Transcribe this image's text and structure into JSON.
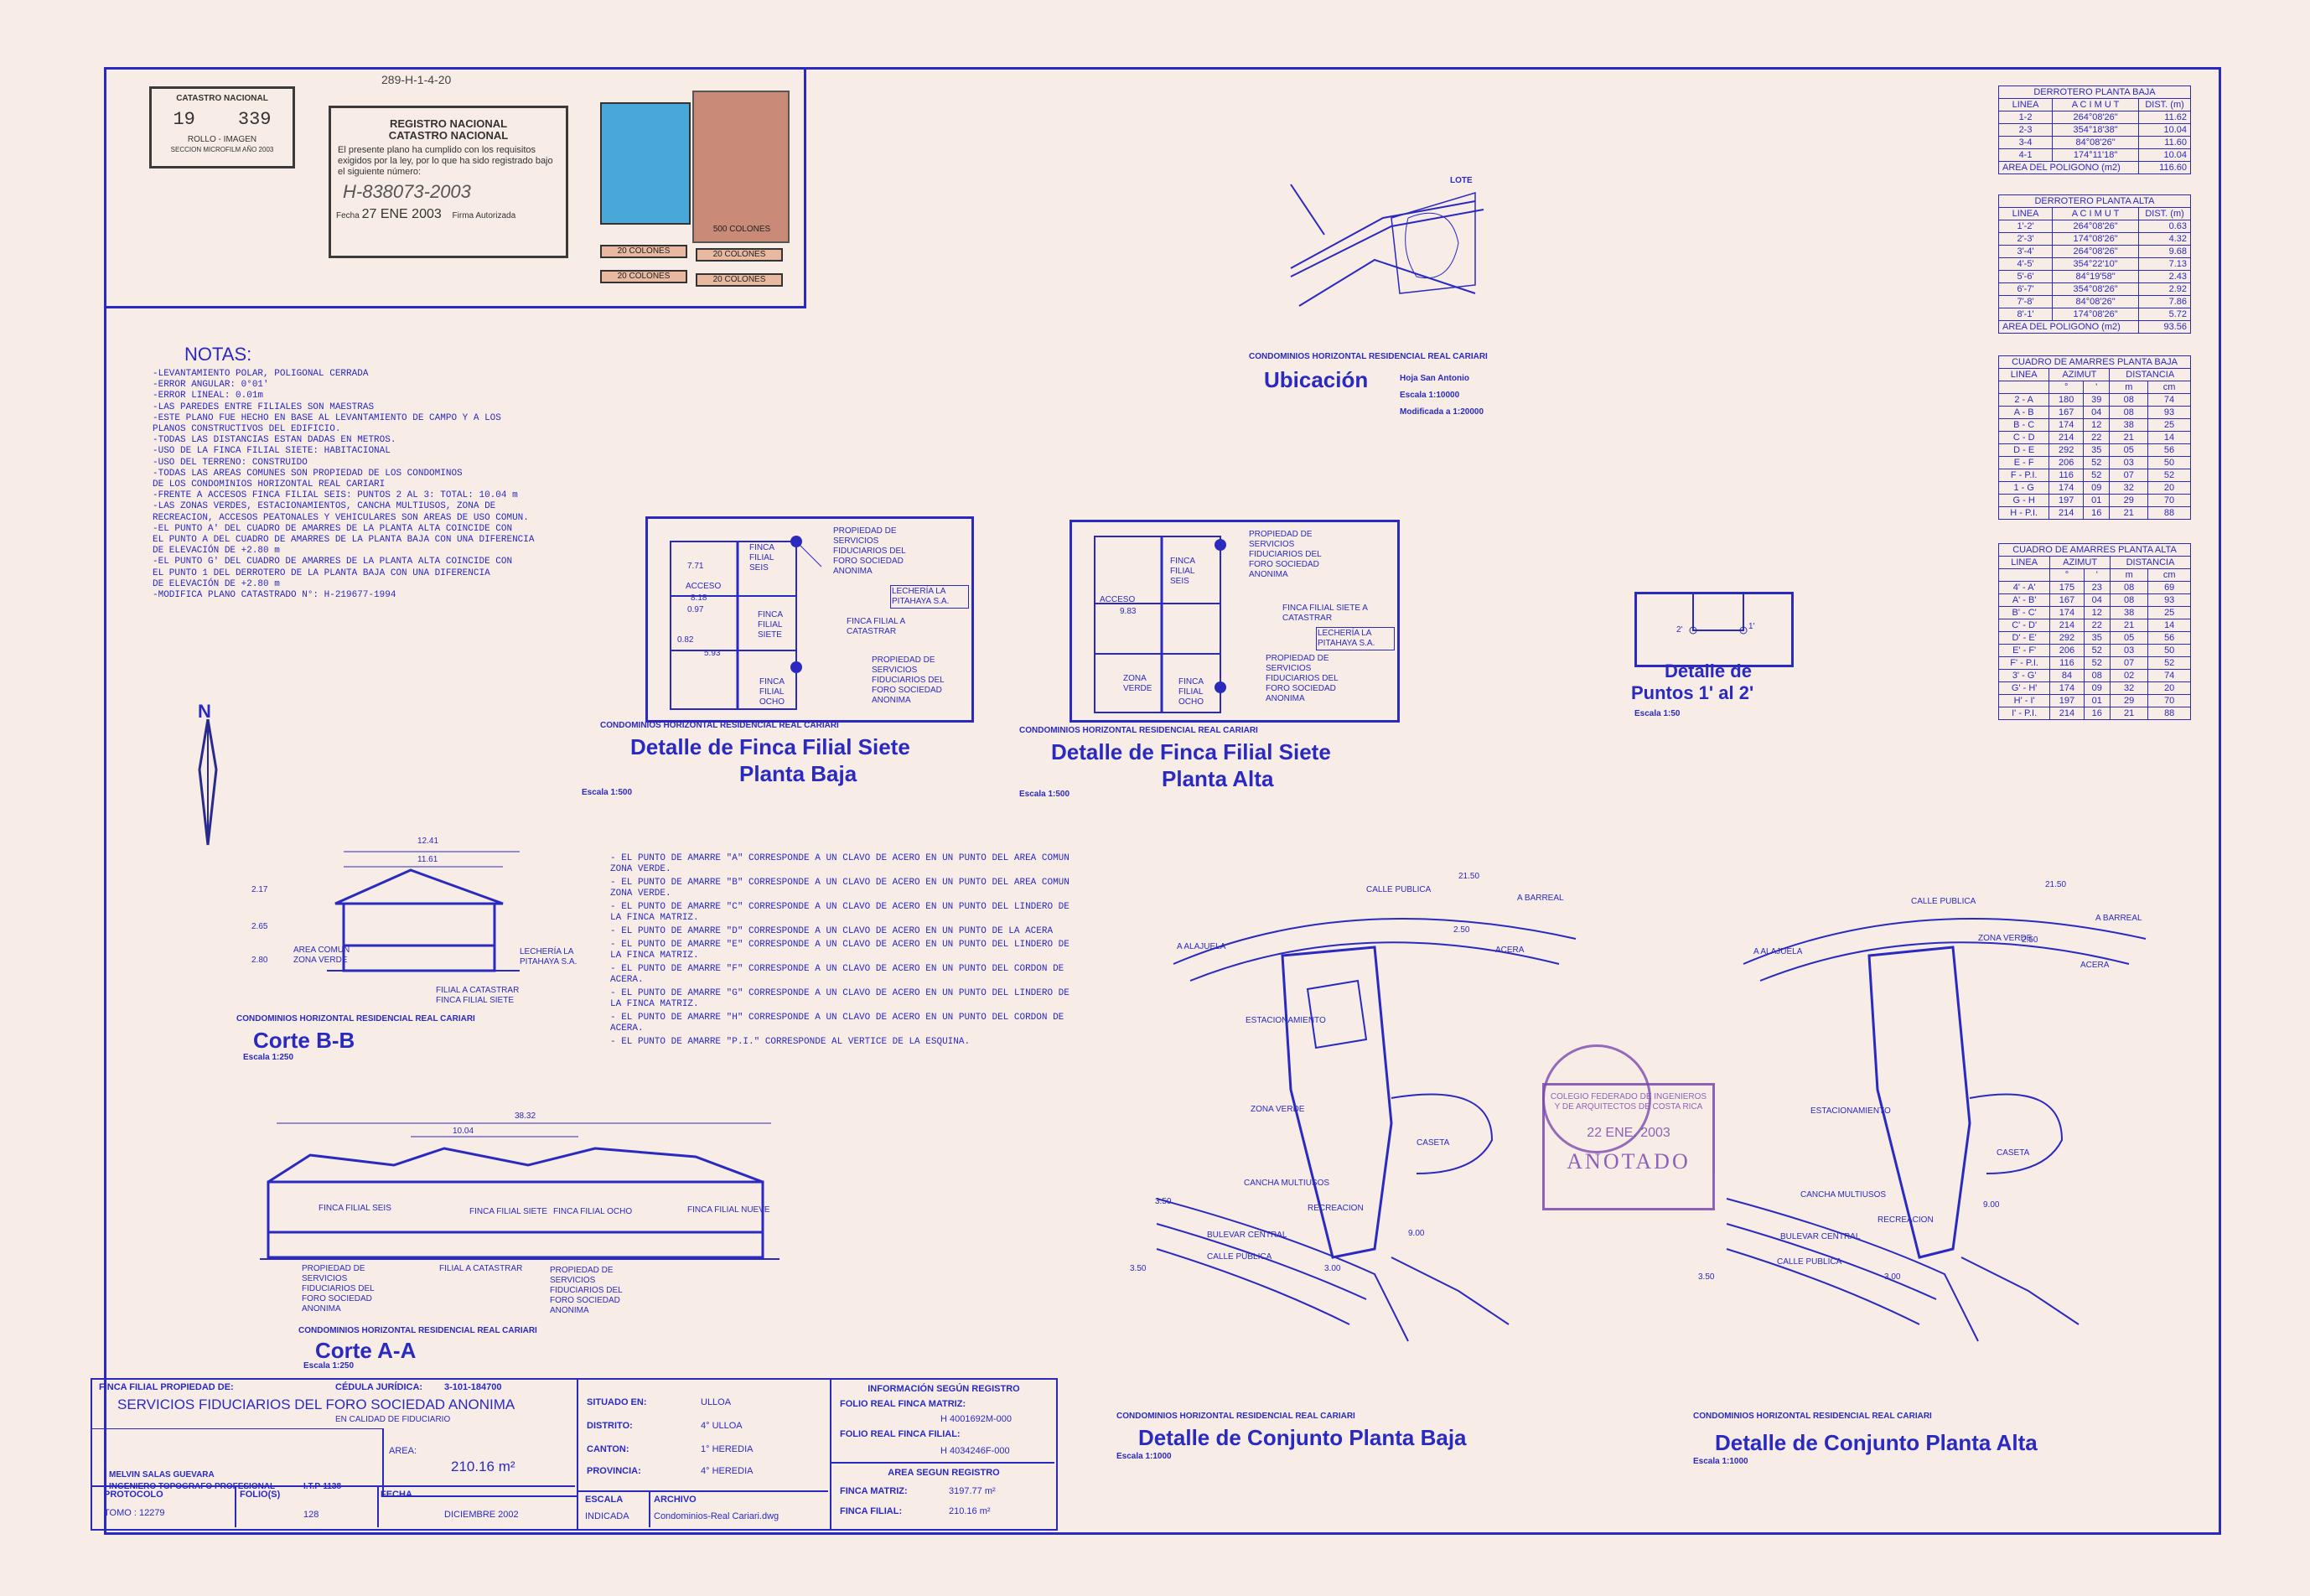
{
  "catastro_stamp": {
    "title": "CATASTRO NACIONAL",
    "number_left": "19",
    "number_right": "339",
    "rollo": "ROLLO - IMAGEN",
    "seccion": "SECCION MICROFILM AÑO 2003"
  },
  "registro_stamp": {
    "top_code": "289-H-1-4-20",
    "title1": "REGISTRO NACIONAL",
    "title2": "CATASTRO NACIONAL",
    "body": "El presente plano ha cumplido con los requisitos exigidos por la ley, por lo que ha sido registrado bajo el siguiente número:",
    "number": "H-838073-2003",
    "fecha_label": "Fecha",
    "fecha": "27 ENE 2003",
    "firma": "Firma Autorizada"
  },
  "timbres": {
    "t1": "20 COLONES",
    "t2": "20 COLONES",
    "t3": "500 COLONES",
    "t4": "20 COLONES",
    "t5": "20 COLONES"
  },
  "notas": {
    "title": "NOTAS:",
    "lines": [
      "-LEVANTAMIENTO POLAR, POLIGONAL CERRADA",
      "-ERROR ANGULAR: 0°01'",
      "-ERROR LINEAL: 0.01m",
      "-LAS PAREDES ENTRE FILIALES SON MAESTRAS",
      "-ESTE PLANO FUE HECHO EN BASE AL LEVANTAMIENTO DE CAMPO Y A LOS",
      " PLANOS CONSTRUCTIVOS DEL EDIFICIO.",
      "-TODAS LAS DISTANCIAS ESTAN DADAS EN METROS.",
      "-USO DE LA FINCA FILIAL SIETE: HABITACIONAL",
      "-USO DEL TERRENO: CONSTRUIDO",
      "-TODAS LAS AREAS COMUNES SON PROPIEDAD DE LOS CONDOMINOS",
      " DE LOS CONDOMINIOS HORIZONTAL REAL CARIARI",
      "-FRENTE A ACCESOS FINCA FILIAL SEIS: PUNTOS 2 AL 3: TOTAL: 10.04 m",
      "-LAS ZONAS VERDES, ESTACIONAMIENTOS, CANCHA MULTIUSOS, ZONA DE",
      " RECREACION, ACCESOS PEATONALES Y VEHICULARES SON AREAS DE USO COMUN.",
      "-EL PUNTO A' DEL CUADRO DE AMARRES DE LA PLANTA ALTA COINCIDE CON",
      " EL PUNTO A DEL CUADRO DE AMARRES DE LA PLANTA BAJA CON UNA DIFERENCIA",
      " DE ELEVACIÓN DE +2.80 m",
      "-EL PUNTO G' DEL CUADRO DE AMARRES DE LA PLANTA ALTA COINCIDE CON",
      " EL PUNTO 1 DEL DERROTERO DE LA PLANTA BAJA CON UNA DIFERENCIA",
      " DE ELEVACIÓN DE +2.80 m",
      "-MODIFICA PLANO CATASTRADO N°: H-219677-1994"
    ]
  },
  "amarre_notes": [
    "- EL PUNTO DE AMARRE \"A\" CORRESPONDE A UN CLAVO DE ACERO EN UN PUNTO DEL AREA COMUN ZONA VERDE.",
    "- EL PUNTO DE AMARRE \"B\" CORRESPONDE A UN CLAVO DE ACERO EN UN PUNTO DEL AREA COMUN ZONA VERDE.",
    "- EL PUNTO DE AMARRE \"C\" CORRESPONDE A UN CLAVO DE ACERO EN UN PUNTO DEL LINDERO DE LA FINCA MATRIZ.",
    "- EL PUNTO DE AMARRE \"D\" CORRESPONDE A UN CLAVO DE ACERO EN UN PUNTO DE LA ACERA",
    "- EL PUNTO DE AMARRE \"E\" CORRESPONDE A UN CLAVO DE ACERO EN UN PUNTO DEL LINDERO DE LA FINCA MATRIZ.",
    "- EL PUNTO DE AMARRE \"F\" CORRESPONDE A UN CLAVO DE ACERO EN UN PUNTO DEL CORDON DE ACERA.",
    "- EL PUNTO DE AMARRE \"G\" CORRESPONDE A UN CLAVO DE ACERO EN UN PUNTO DEL LINDERO DE LA FINCA MATRIZ.",
    "- EL PUNTO DE AMARRE \"H\" CORRESPONDE A UN CLAVO DE ACERO EN UN PUNTO DEL CORDON DE ACERA.",
    "- EL PUNTO DE AMARRE \"P.I.\" CORRESPONDE AL VERTICE DE LA ESQUINA."
  ],
  "ubicacion": {
    "subtitle": "CONDOMINIOS HORIZONTAL RESIDENCIAL REAL CARIARI",
    "title": "Ubicación",
    "hoja": "Hoja San Antonio",
    "escala": "Escala 1:10000",
    "modificada": "Modificada a 1:20000",
    "lote": "LOTE"
  },
  "detalle_baja": {
    "subtitle": "CONDOMINIOS HORIZONTAL RESIDENCIAL REAL CARIARI",
    "title1": "Detalle de Finca Filial Siete",
    "title2": "Planta Baja",
    "escala": "Escala 1:500",
    "labels": {
      "finca_seis": "FINCA FILIAL SEIS",
      "finca_siete": "FINCA FILIAL SIETE",
      "finca_ocho": "FINCA FILIAL OCHO",
      "acceso": "ACCESO",
      "prop1": "PROPIEDAD DE SERVICIOS FIDUCIARIOS DEL FORO SOCIEDAD ANONIMA",
      "lecheria": "LECHERÍA LA PITAHAYA S.A.",
      "catastrar": "FINCA FILIAL A CATASTRAR",
      "prop2": "PROPIEDAD DE SERVICIOS FIDUCIARIOS DEL FORO SOCIEDAD ANONIMA",
      "d1": "7.71",
      "d2": "8.18",
      "d3": "0.97",
      "d4": "0.82",
      "d5": "5.93"
    }
  },
  "detalle_alta": {
    "subtitle": "CONDOMINIOS HORIZONTAL RESIDENCIAL REAL CARIARI",
    "title1": "Detalle de Finca Filial Siete",
    "title2": "Planta Alta",
    "escala": "Escala 1:500",
    "labels": {
      "finca_seis": "FINCA FILIAL SEIS",
      "prop1": "PROPIEDAD DE SERVICIOS FIDUCIARIOS DEL FORO SOCIEDAD ANONIMA",
      "acceso": "ACCESO",
      "d1": "9.83",
      "catastrar": "FINCA FILIAL SIETE A CATASTRAR",
      "lecheria": "LECHERÍA LA PITAHAYA S.A.",
      "zona": "ZONA VERDE",
      "finca_ocho": "FINCA FILIAL OCHO",
      "prop2": "PROPIEDAD DE SERVICIOS FIDUCIARIOS DEL FORO SOCIEDAD ANONIMA"
    }
  },
  "detalle_puntos": {
    "title1": "Detalle de",
    "title2": "Puntos 1' al 2'",
    "escala": "Escala 1:50",
    "p1": "1'",
    "p2": "2'"
  },
  "corte_bb": {
    "subtitle": "CONDOMINIOS HORIZONTAL RESIDENCIAL REAL CARIARI",
    "title": "Corte B-B",
    "escala": "Escala 1:250",
    "dim1": "12.41",
    "dim2": "11.61",
    "h1": "2.17",
    "h2": "2.65",
    "h3": "2.80",
    "area_comun": "AREA COMUN ZONA VERDE",
    "lecheria": "LECHERÍA LA PITAHAYA S.A.",
    "filial": "FILIAL A CATASTRAR FINCA FILIAL SIETE"
  },
  "corte_aa": {
    "subtitle": "CONDOMINIOS HORIZONTAL RESIDENCIAL REAL CARIARI",
    "title": "Corte A-A",
    "escala": "Escala 1:250",
    "dim1": "38.32",
    "dim2": "10.04",
    "seis": "FINCA FILIAL SEIS",
    "siete": "FINCA FILIAL SIETE",
    "ocho": "FINCA FILIAL OCHO",
    "nueve": "FINCA FILIAL NUEVE",
    "prop": "PROPIEDAD DE SERVICIOS FIDUCIARIOS DEL FORO SOCIEDAD ANONIMA",
    "catastrar": "FILIAL A CATASTRAR"
  },
  "conjunto_baja": {
    "subtitle": "CONDOMINIOS HORIZONTAL RESIDENCIAL REAL CARIARI",
    "title": "Detalle de Conjunto Planta Baja",
    "escala": "Escala 1:1000",
    "labels": {
      "calle": "CALLE PUBLICA",
      "barreal": "A BARREAL",
      "alajuela": "A ALAJUELA",
      "estac": "ESTACIONAMIENTO",
      "zona": "ZONA VERDE",
      "acera": "ACERA",
      "bulevar": "BULEVAR CENTRAL",
      "calle2": "CALLE PUBLICA",
      "cancha": "CANCHA MULTIUSOS",
      "recreacion": "RECREACION",
      "caseta": "CASETA",
      "d1": "21.50",
      "d2": "2.50",
      "d3": "3.50",
      "d4": "3.50",
      "d5": "9.00",
      "d6": "3.00"
    }
  },
  "conjunto_alta": {
    "subtitle": "CONDOMINIOS HORIZONTAL RESIDENCIAL REAL CARIARI",
    "title": "Detalle de Conjunto Planta Alta",
    "escala": "Escala 1:1000",
    "labels": {
      "calle": "CALLE PUBLICA",
      "barreal": "A BARREAL",
      "alajuela": "A ALAJUELA",
      "estac": "ESTACIONAMIENTO",
      "zona": "ZONA VERDE",
      "acera": "ACERA",
      "bulevar": "BULEVAR CENTRAL",
      "calle2": "CALLE PUBLICA",
      "cancha": "CANCHA MULTIUSOS",
      "recreacion": "RECREACION",
      "caseta": "CASETA",
      "d1": "21.50",
      "d2": "2.50",
      "d3": "3.50",
      "d4": "9.00",
      "d5": "3.00"
    }
  },
  "colegio_stamp": {
    "line1": "COLEGIO FEDERADO DE INGENIEROS",
    "line2": "Y DE ARQUITECTOS DE COSTA RICA",
    "fecha": "22 ENE. 2003",
    "anotado": "ANOTADO"
  },
  "derrotero_baja": {
    "title": "DERROTERO PLANTA BAJA",
    "headers": [
      "LINEA",
      "A C I M U T",
      "DIST. (m)"
    ],
    "rows": [
      [
        "1-2",
        "264°08'26\"",
        "11.62"
      ],
      [
        "2-3",
        "354°18'38\"",
        "10.04"
      ],
      [
        "3-4",
        "84°08'26\"",
        "11.60"
      ],
      [
        "4-1",
        "174°11'18\"",
        "10.04"
      ]
    ],
    "area_label": "AREA DEL POLIGONO (m2)",
    "area": "116.60"
  },
  "derrotero_alta": {
    "title": "DERROTERO PLANTA ALTA",
    "headers": [
      "LINEA",
      "A C I M U T",
      "DIST. (m)"
    ],
    "rows": [
      [
        "1'-2'",
        "264°08'26\"",
        "0.63"
      ],
      [
        "2'-3'",
        "174°08'26\"",
        "4.32"
      ],
      [
        "3'-4'",
        "264°08'26\"",
        "9.68"
      ],
      [
        "4'-5'",
        "354°22'10\"",
        "7.13"
      ],
      [
        "5'-6'",
        "84°19'58\"",
        "2.43"
      ],
      [
        "6'-7'",
        "354°08'26\"",
        "2.92"
      ],
      [
        "7'-8'",
        "84°08'26\"",
        "7.86"
      ],
      [
        "8'-1'",
        "174°08'26\"",
        "5.72"
      ]
    ],
    "area_label": "AREA DEL POLIGONO (m2)",
    "area": "93.56"
  },
  "amarres_baja": {
    "title": "CUADRO DE AMARRES PLANTA BAJA",
    "headers": [
      "LINEA",
      "AZIMUT",
      "DISTANCIA"
    ],
    "sub": [
      "",
      "°  '",
      "m  cm"
    ],
    "rows": [
      [
        "2 - A",
        "180",
        "39",
        "08",
        "74"
      ],
      [
        "A - B",
        "167",
        "04",
        "08",
        "93"
      ],
      [
        "B - C",
        "174",
        "12",
        "38",
        "25"
      ],
      [
        "C - D",
        "214",
        "22",
        "21",
        "14"
      ],
      [
        "D - E",
        "292",
        "35",
        "05",
        "56"
      ],
      [
        "E - F",
        "206",
        "52",
        "03",
        "50"
      ],
      [
        "F - P.I.",
        "116",
        "52",
        "07",
        "52"
      ],
      [
        "1 - G",
        "174",
        "09",
        "32",
        "20"
      ],
      [
        "G - H",
        "197",
        "01",
        "29",
        "70"
      ],
      [
        "H - P.I.",
        "214",
        "16",
        "21",
        "88"
      ]
    ]
  },
  "amarres_alta": {
    "title": "CUADRO DE AMARRES PLANTA ALTA",
    "headers": [
      "LINEA",
      "AZIMUT",
      "DISTANCIA"
    ],
    "sub": [
      "",
      "°  '",
      "m  cm"
    ],
    "rows": [
      [
        "4' - A'",
        "175",
        "23",
        "08",
        "69"
      ],
      [
        "A' - B'",
        "167",
        "04",
        "08",
        "93"
      ],
      [
        "B' - C'",
        "174",
        "12",
        "38",
        "25"
      ],
      [
        "C' - D'",
        "214",
        "22",
        "21",
        "14"
      ],
      [
        "D' - E'",
        "292",
        "35",
        "05",
        "56"
      ],
      [
        "E' - F'",
        "206",
        "52",
        "03",
        "50"
      ],
      [
        "F' - P.I.",
        "116",
        "52",
        "07",
        "52"
      ],
      [
        "3' - G'",
        "84",
        "08",
        "02",
        "74"
      ],
      [
        "G' - H'",
        "174",
        "09",
        "32",
        "20"
      ],
      [
        "H' - I'",
        "197",
        "01",
        "29",
        "70"
      ],
      [
        "I' - P.I.",
        "214",
        "16",
        "21",
        "88"
      ]
    ]
  },
  "title_block": {
    "finca_label": "FINCA FILIAL PROPIEDAD DE:",
    "cedula_label": "CÉDULA JURÍDICA:",
    "cedula": "3-101-184700",
    "propietario": "SERVICIOS FIDUCIARIOS DEL FORO SOCIEDAD ANONIMA",
    "calidad": "EN CALIDAD DE FIDUCIARIO",
    "ingeniero": "MELVIN SALAS GUEVARA",
    "profesion": "INGENIERO TOPOGRAFO PROFESIONAL",
    "itp": "I.T.P-1138",
    "area_label": "AREA:",
    "area": "210.16 m²",
    "protocolo_label": "PROTOCOLO",
    "tomo": "TOMO : 12279",
    "folio_label": "FOLIO(S)",
    "folio": "128",
    "fecha_label": "FECHA",
    "fecha": "DICIEMBRE 2002",
    "situado_label": "SITUADO EN:",
    "situado": "ULLOA",
    "distrito_label": "DISTRITO:",
    "distrito": "4° ULLOA",
    "canton_label": "CANTON:",
    "canton": "1° HEREDIA",
    "provincia_label": "PROVINCIA:",
    "provincia": "4° HEREDIA",
    "escala_label": "ESCALA",
    "escala": "INDICADA",
    "archivo_label": "ARCHIVO",
    "archivo": "Condominios-Real Cariari.dwg",
    "info_title": "INFORMACIÓN SEGÚN REGISTRO",
    "folio_matriz_label": "FOLIO REAL FINCA MATRIZ:",
    "folio_matriz": "H 4001692M-000",
    "folio_filial_label": "FOLIO REAL FINCA FILIAL:",
    "folio_filial": "H 4034246F-000",
    "area_reg_title": "AREA SEGUN REGISTRO",
    "finca_matriz_label": "FINCA MATRIZ:",
    "finca_matriz": "3197.77 m²",
    "finca_filial_label": "FINCA FILIAL:",
    "finca_filial": "210.16 m²"
  },
  "north": "N"
}
